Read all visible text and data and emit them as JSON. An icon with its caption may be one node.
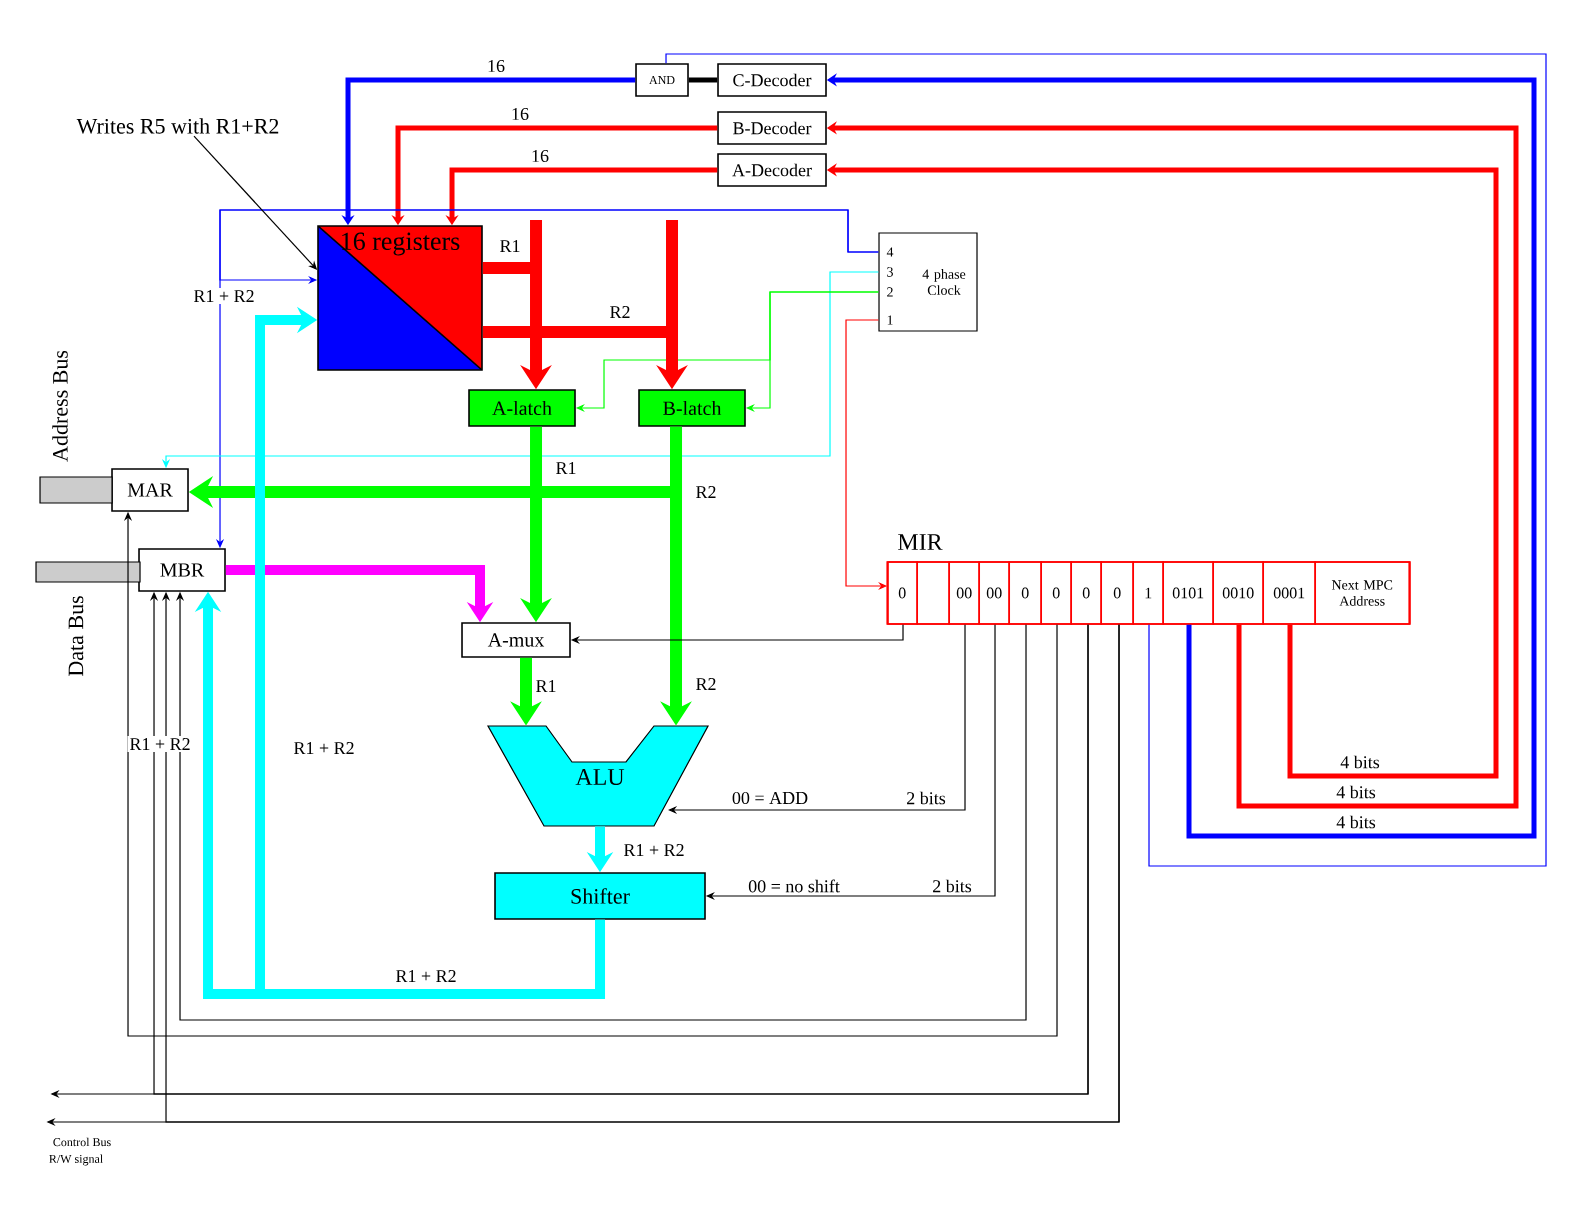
{
  "diagram": {
    "nodes": [
      {
        "text": [
          "AND"
        ]
      },
      {
        "text": [
          "C-Decoder"
        ]
      },
      {
        "text": [
          "B-Decoder"
        ]
      },
      {
        "text": [
          "A-Decoder"
        ]
      },
      {
        "text": [
          "16 registers"
        ]
      },
      {
        "text": [
          "4",
          "3",
          "2",
          "1",
          "4 phase Clock"
        ]
      },
      {
        "text": [
          "A-latch"
        ]
      },
      {
        "text": [
          "B-latch"
        ]
      },
      {
        "text": [
          "MAR"
        ]
      },
      {
        "text": [
          "MBR"
        ]
      },
      {
        "text": [
          "A-mux"
        ]
      },
      {
        "text": [
          "ALU"
        ]
      },
      {
        "text": [
          "Shifter"
        ]
      },
      {
        "text": [],
        "shape": "box",
        "beside": [
          "MIR"
        ]
      },
      {
        "text": [
          "0"
        ],
        "in": 13
      },
      {
        "text": [],
        "shape": "box",
        "in": 13
      },
      {
        "text": [
          "00"
        ],
        "in": 13
      },
      {
        "text": [
          "00"
        ],
        "in": 13
      },
      {
        "text": [
          "0"
        ],
        "in": 13
      },
      {
        "text": [
          "0"
        ],
        "in": 13
      },
      {
        "text": [
          "0"
        ],
        "in": 13
      },
      {
        "text": [
          "0"
        ],
        "in": 13
      },
      {
        "text": [
          "1"
        ],
        "in": 13
      },
      {
        "text": [
          "0101"
        ],
        "in": 13
      },
      {
        "text": [
          "0010"
        ],
        "in": 13
      },
      {
        "text": [
          "0001"
        ],
        "in": 13
      },
      {
        "text": [
          "Next MPC Address"
        ],
        "in": 13
      },
      {
        "text": [],
        "shape": "bar",
        "beside": [
          "Address Bus"
        ]
      },
      {
        "text": [],
        "shape": "bar",
        "beside": [
          "Data Bus"
        ]
      },
      {
        "text": [
          "Writes R5 with R1+R2"
        ]
      },
      {
        "text": [
          "Control Bus"
        ]
      },
      {
        "text": [
          "R/W signal"
        ]
      }
    ],
    "edges": [
      {
        "from": 1,
        "to": 0,
        "arrow": "none",
        "style": "thick"
      },
      {
        "from": 0,
        "to": 4,
        "arrow": "to",
        "label": "16",
        "style": "thick",
        "color": "#0000ff"
      },
      {
        "from": 2,
        "to": 4,
        "arrow": "to",
        "label": "16",
        "style": "thick",
        "color": "#ff0000"
      },
      {
        "from": 3,
        "to": 4,
        "arrow": "to",
        "label": "16",
        "style": "thick",
        "color": "#ff0000"
      },
      {
        "from": 23,
        "to": 1,
        "arrow": "to",
        "label": "4 bits",
        "style": "thick",
        "color": "#0000ff"
      },
      {
        "from": 24,
        "to": 2,
        "arrow": "to",
        "label": "4 bits",
        "style": "thick",
        "color": "#ff0000"
      },
      {
        "from": 25,
        "to": 3,
        "arrow": "to",
        "label": "4 bits",
        "style": "thick",
        "color": "#ff0000"
      },
      {
        "from": 22,
        "to": 0,
        "arrow": "none",
        "color": "#0000ff"
      },
      {
        "from": 5,
        "to": 4,
        "arrow": "to",
        "color": "#0000ff"
      },
      {
        "from": 5,
        "to": 9,
        "arrow": "to",
        "color": "#0000ff"
      },
      {
        "from": 5,
        "to": 8,
        "arrow": "to",
        "color": "#00ffff"
      },
      {
        "from": 5,
        "to": 6,
        "arrow": "to",
        "color": "#00ff00"
      },
      {
        "from": 5,
        "to": 7,
        "arrow": "to",
        "color": "#00ff00"
      },
      {
        "from": 5,
        "to": 13,
        "arrow": "to",
        "color": "#ff0000"
      },
      {
        "from": 4,
        "to": 6,
        "arrow": "to",
        "label": "R1",
        "style": "thick",
        "color": "#ff0000"
      },
      {
        "from": 4,
        "to": 7,
        "arrow": "to",
        "label": "R2",
        "style": "thick",
        "color": "#ff0000"
      },
      {
        "from": 6,
        "to": 10,
        "arrow": "to",
        "label": "R1",
        "style": "thick",
        "color": "#00ff00"
      },
      {
        "from": 7,
        "to": 11,
        "arrow": "to",
        "label": "R2",
        "style": "thick",
        "color": "#00ff00"
      },
      {
        "from": 7,
        "to": 8,
        "arrow": "to",
        "label": "R2",
        "style": "thick",
        "color": "#00ff00"
      },
      {
        "from": 10,
        "to": 11,
        "arrow": "to",
        "label": "R1",
        "style": "thick",
        "color": "#00ff00"
      },
      {
        "from": 9,
        "to": 10,
        "arrow": "to",
        "style": "thick",
        "color": "#ff00ff"
      },
      {
        "from": 11,
        "to": 12,
        "arrow": "to",
        "label": "R1 + R2",
        "style": "thick",
        "color": "#00ffff"
      },
      {
        "from": 12,
        "to": 4,
        "arrow": "to",
        "label": "R1 + R2",
        "style": "thick",
        "color": "#00ffff"
      },
      {
        "from": 12,
        "to": 9,
        "arrow": "to",
        "style": "thick",
        "color": "#00ffff"
      },
      {
        "from": 14,
        "to": 10,
        "arrow": "to"
      },
      {
        "from": 16,
        "to": 11,
        "arrow": "to",
        "label": "00 = ADD"
      },
      {
        "from": 17,
        "to": 12,
        "arrow": "to",
        "label": "00 = no shift"
      },
      {
        "from": 18,
        "to": 9,
        "arrow": "to"
      },
      {
        "from": 19,
        "to": 8,
        "arrow": "to"
      },
      {
        "from": 20,
        "to": 9,
        "arrow": "to"
      },
      {
        "from": 20,
        "to": 30,
        "arrow": "to"
      },
      {
        "from": 21,
        "to": 9,
        "arrow": "to"
      },
      {
        "from": 21,
        "to": 31,
        "arrow": "to"
      },
      {
        "from": 29,
        "to": 4,
        "arrow": "to"
      }
    ],
    "labels": [
      "R1 + R2",
      "R1 + R2",
      "R1 + R2",
      "2 bits",
      "2 bits"
    ]
  }
}
